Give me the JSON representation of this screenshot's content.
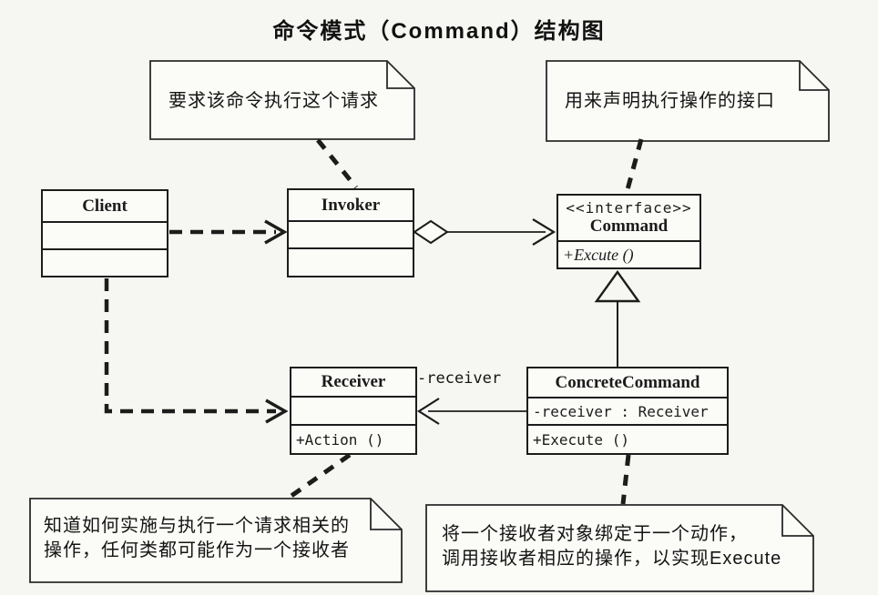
{
  "title": "命令模式（Command）结构图",
  "colors": {
    "ink": "#1c1c1c",
    "paper": "#f6f6f2",
    "box_fill": "#fbfbf8"
  },
  "notes": {
    "invoker_note": "要求该命令执行这个请求",
    "command_note": "用来声明执行操作的接口",
    "receiver_note_line1": "知道如何实施与执行一个请求相关的",
    "receiver_note_line2": "操作，任何类都可能作为一个接收者",
    "concrete_note_line1": "将一个接收者对象绑定于一个动作，",
    "concrete_note_line2": "调用接收者相应的操作，以实现Execute"
  },
  "classes": {
    "client": {
      "name": "Client"
    },
    "invoker": {
      "name": "Invoker"
    },
    "command": {
      "stereotype": "<<interface>>",
      "name": "Command",
      "method": "+Excute ()"
    },
    "receiver": {
      "name": "Receiver",
      "method": "+Action ()"
    },
    "concrete_command": {
      "name": "ConcreteCommand",
      "attribute": "-receiver : Receiver",
      "method": "+Execute ()"
    }
  },
  "edge_labels": {
    "receiver_role": "-receiver"
  }
}
